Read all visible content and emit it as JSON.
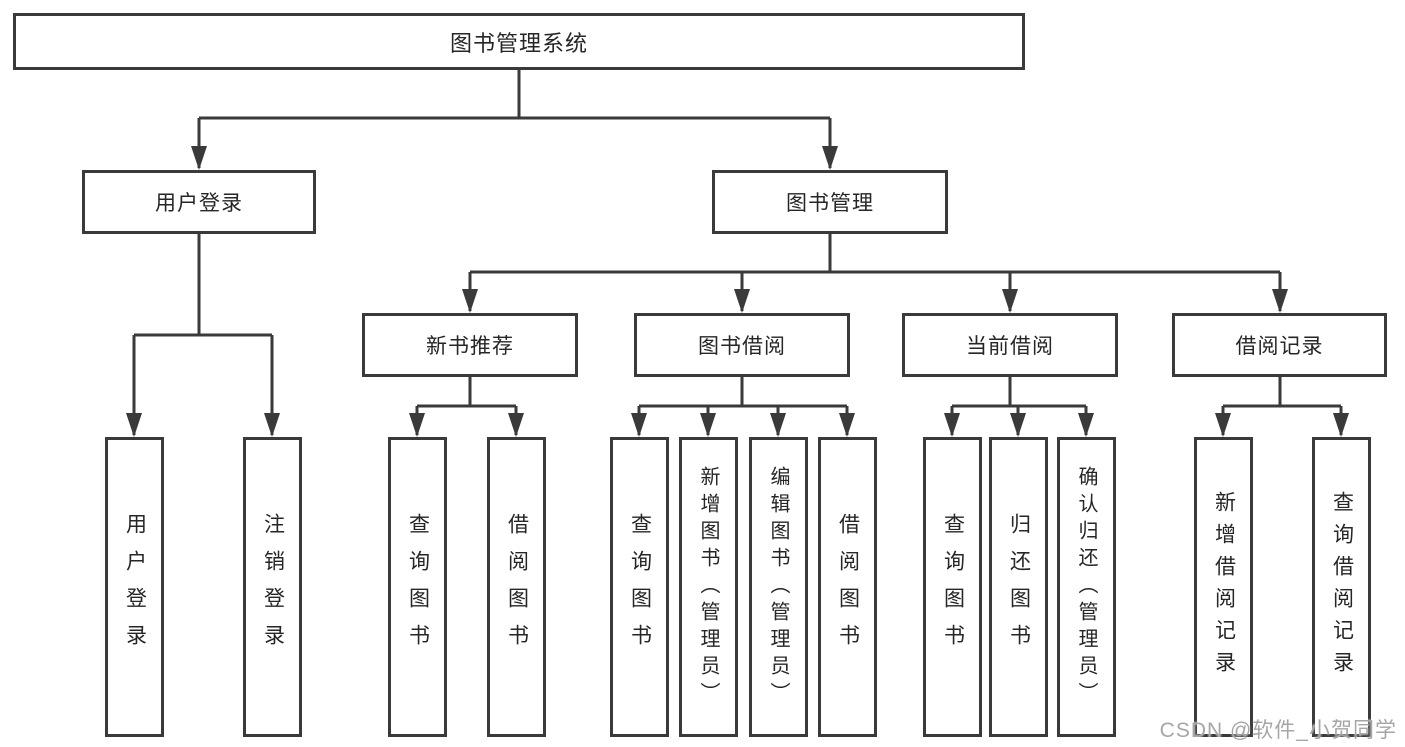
{
  "diagram": {
    "root": {
      "label": "图书管理系统"
    },
    "branches": [
      {
        "label": "用户登录",
        "children": [
          {
            "label": "用户登录"
          },
          {
            "label": "注销登录"
          }
        ]
      },
      {
        "label": "图书管理",
        "groups": [
          {
            "label": "新书推荐",
            "children": [
              {
                "label": "查询图书"
              },
              {
                "label": "借阅图书"
              }
            ]
          },
          {
            "label": "图书借阅",
            "children": [
              {
                "label": "查询图书"
              },
              {
                "label": "新增图书（管理员）"
              },
              {
                "label": "编辑图书（管理员）"
              },
              {
                "label": "借阅图书"
              }
            ]
          },
          {
            "label": "当前借阅",
            "children": [
              {
                "label": "查询图书"
              },
              {
                "label": "归还图书"
              },
              {
                "label": "确认归还（管理员）"
              }
            ]
          },
          {
            "label": "借阅记录",
            "children": [
              {
                "label": "新增借阅记录"
              },
              {
                "label": "查询借阅记录"
              }
            ]
          }
        ]
      }
    ]
  },
  "watermark": {
    "text": "CSDN @软件_小贺同学"
  },
  "colors": {
    "line": "#3a3a3a",
    "ink": "#262626",
    "watermark": "#a6a6a6",
    "background": "#ffffff"
  }
}
